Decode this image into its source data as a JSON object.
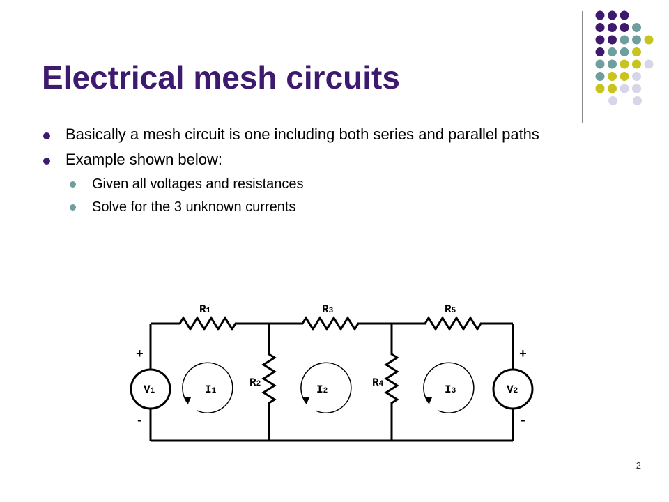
{
  "slide": {
    "title": "Electrical mesh circuits",
    "bullets": [
      {
        "level": 1,
        "text": "Basically a mesh circuit is one including both series and parallel paths"
      },
      {
        "level": 1,
        "text": "Example shown below:"
      },
      {
        "level": 2,
        "text": "Given all voltages and resistances"
      },
      {
        "level": 2,
        "text": "Solve for the 3 unknown currents"
      }
    ],
    "page_number": "2"
  },
  "theme": {
    "title_color": "#3d1a6e",
    "dot_colors": [
      "#3d1a6e",
      "#6f9e9f",
      "#c7c41e",
      "#d6d6e8"
    ]
  },
  "circuit": {
    "resistors": {
      "r1": {
        "name": "R",
        "sub": "1"
      },
      "r2": {
        "name": "R",
        "sub": "2"
      },
      "r3": {
        "name": "R",
        "sub": "3"
      },
      "r4": {
        "name": "R",
        "sub": "4"
      },
      "r5": {
        "name": "R",
        "sub": "5"
      }
    },
    "sources": {
      "v1": {
        "name": "V",
        "sub": "1",
        "plus": "+",
        "minus": "-"
      },
      "v2": {
        "name": "V",
        "sub": "2",
        "plus": "+",
        "minus": "-"
      }
    },
    "currents": {
      "i1": {
        "name": "I",
        "sub": "1"
      },
      "i2": {
        "name": "I",
        "sub": "2"
      },
      "i3": {
        "name": "I",
        "sub": "3"
      }
    }
  }
}
